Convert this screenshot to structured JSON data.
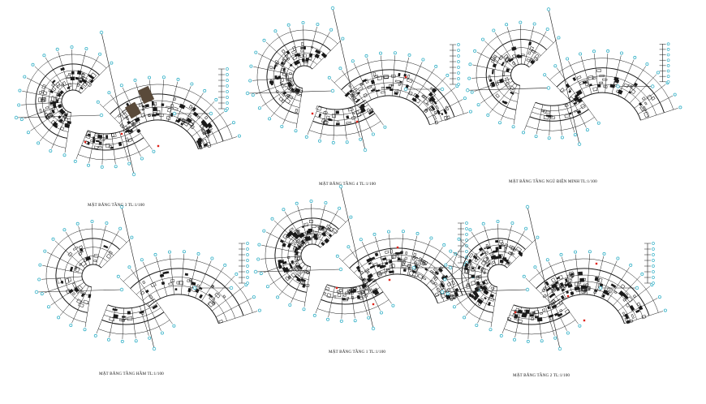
{
  "plans": [
    {
      "id": "floor-3",
      "label": "MẶT BẰNG TẦNG 3 TL:1/100"
    },
    {
      "id": "floor-4",
      "label": "MẶT BẰNG TẦNG 4 TL:1/100"
    },
    {
      "id": "technical-roof",
      "label": "MẶT BẰNG TẦNG NGỦ ĐIỆN MINH TL:1/100"
    },
    {
      "id": "basement",
      "label": "MẶT BẰNG TẦNG HẦM TL:1/100"
    },
    {
      "id": "floor-1",
      "label": "MẶT BẰNG TẦNG 1 TL:1/100"
    },
    {
      "id": "floor-2",
      "label": "MẶT BẰNG TẦNG 2 TL:1/100"
    }
  ],
  "colors": {
    "line": "#1a1a1a",
    "grid_bubble": "#3ab3c9",
    "marker": "#e0241b",
    "hatch": "#5a4a3a"
  }
}
